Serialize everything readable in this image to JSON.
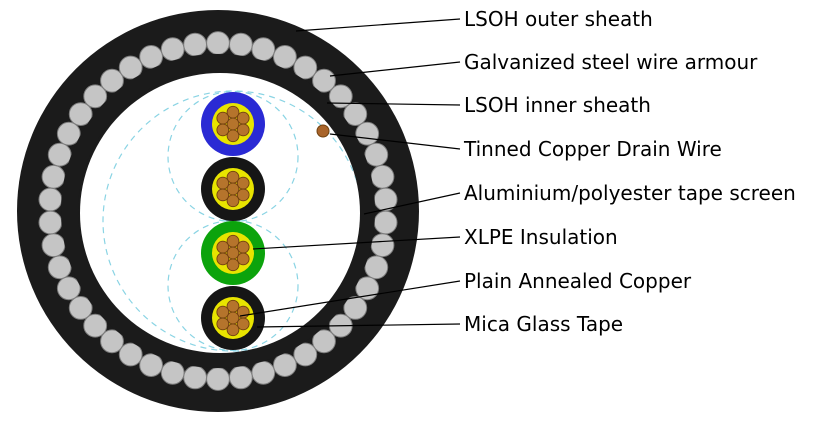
{
  "labels": [
    {
      "id": "lsoh-outer-sheath",
      "text": "LSOH outer sheath"
    },
    {
      "id": "galvanized-steel-wire-armour",
      "text": "Galvanized steel wire armour"
    },
    {
      "id": "lsoh-inner-sheath",
      "text": "LSOH inner sheath"
    },
    {
      "id": "tinned-copper-drain-wire",
      "text": "Tinned Copper Drain Wire"
    },
    {
      "id": "aluminium-polyester-tape-screen",
      "text": "Aluminium/polyester tape screen"
    },
    {
      "id": "xlpe-insulation",
      "text": "XLPE Insulation"
    },
    {
      "id": "plain-annealed-copper",
      "text": "Plain Annealed Copper"
    },
    {
      "id": "mica-glass-tape",
      "text": "Mica Glass Tape"
    }
  ],
  "cable": {
    "cores": [
      {
        "position": "top",
        "sheath_color": "#2a2ad4"
      },
      {
        "position": "upper-middle",
        "sheath_color": "#161616"
      },
      {
        "position": "lower-middle",
        "sheath_color": "#0ca30c"
      },
      {
        "position": "bottom",
        "sheath_color": "#161616"
      }
    ],
    "colors": {
      "outer_sheath": "#1b1b1b",
      "inner_sheath": "#1b1b1b",
      "armour_wire": "#c5c5c5",
      "armour_wire_stroke": "#7d7d7d",
      "interior": "#ffffff",
      "insulation": "#e8e400",
      "copper_strand": "#b5742c",
      "copper_stroke": "#70410f",
      "drain_wire": "#a9642a",
      "drain_wire_stroke": "#70410f",
      "lay_up_dash": "#8ad4e4",
      "leader_line": "#000000",
      "label_text": "#000000"
    }
  }
}
